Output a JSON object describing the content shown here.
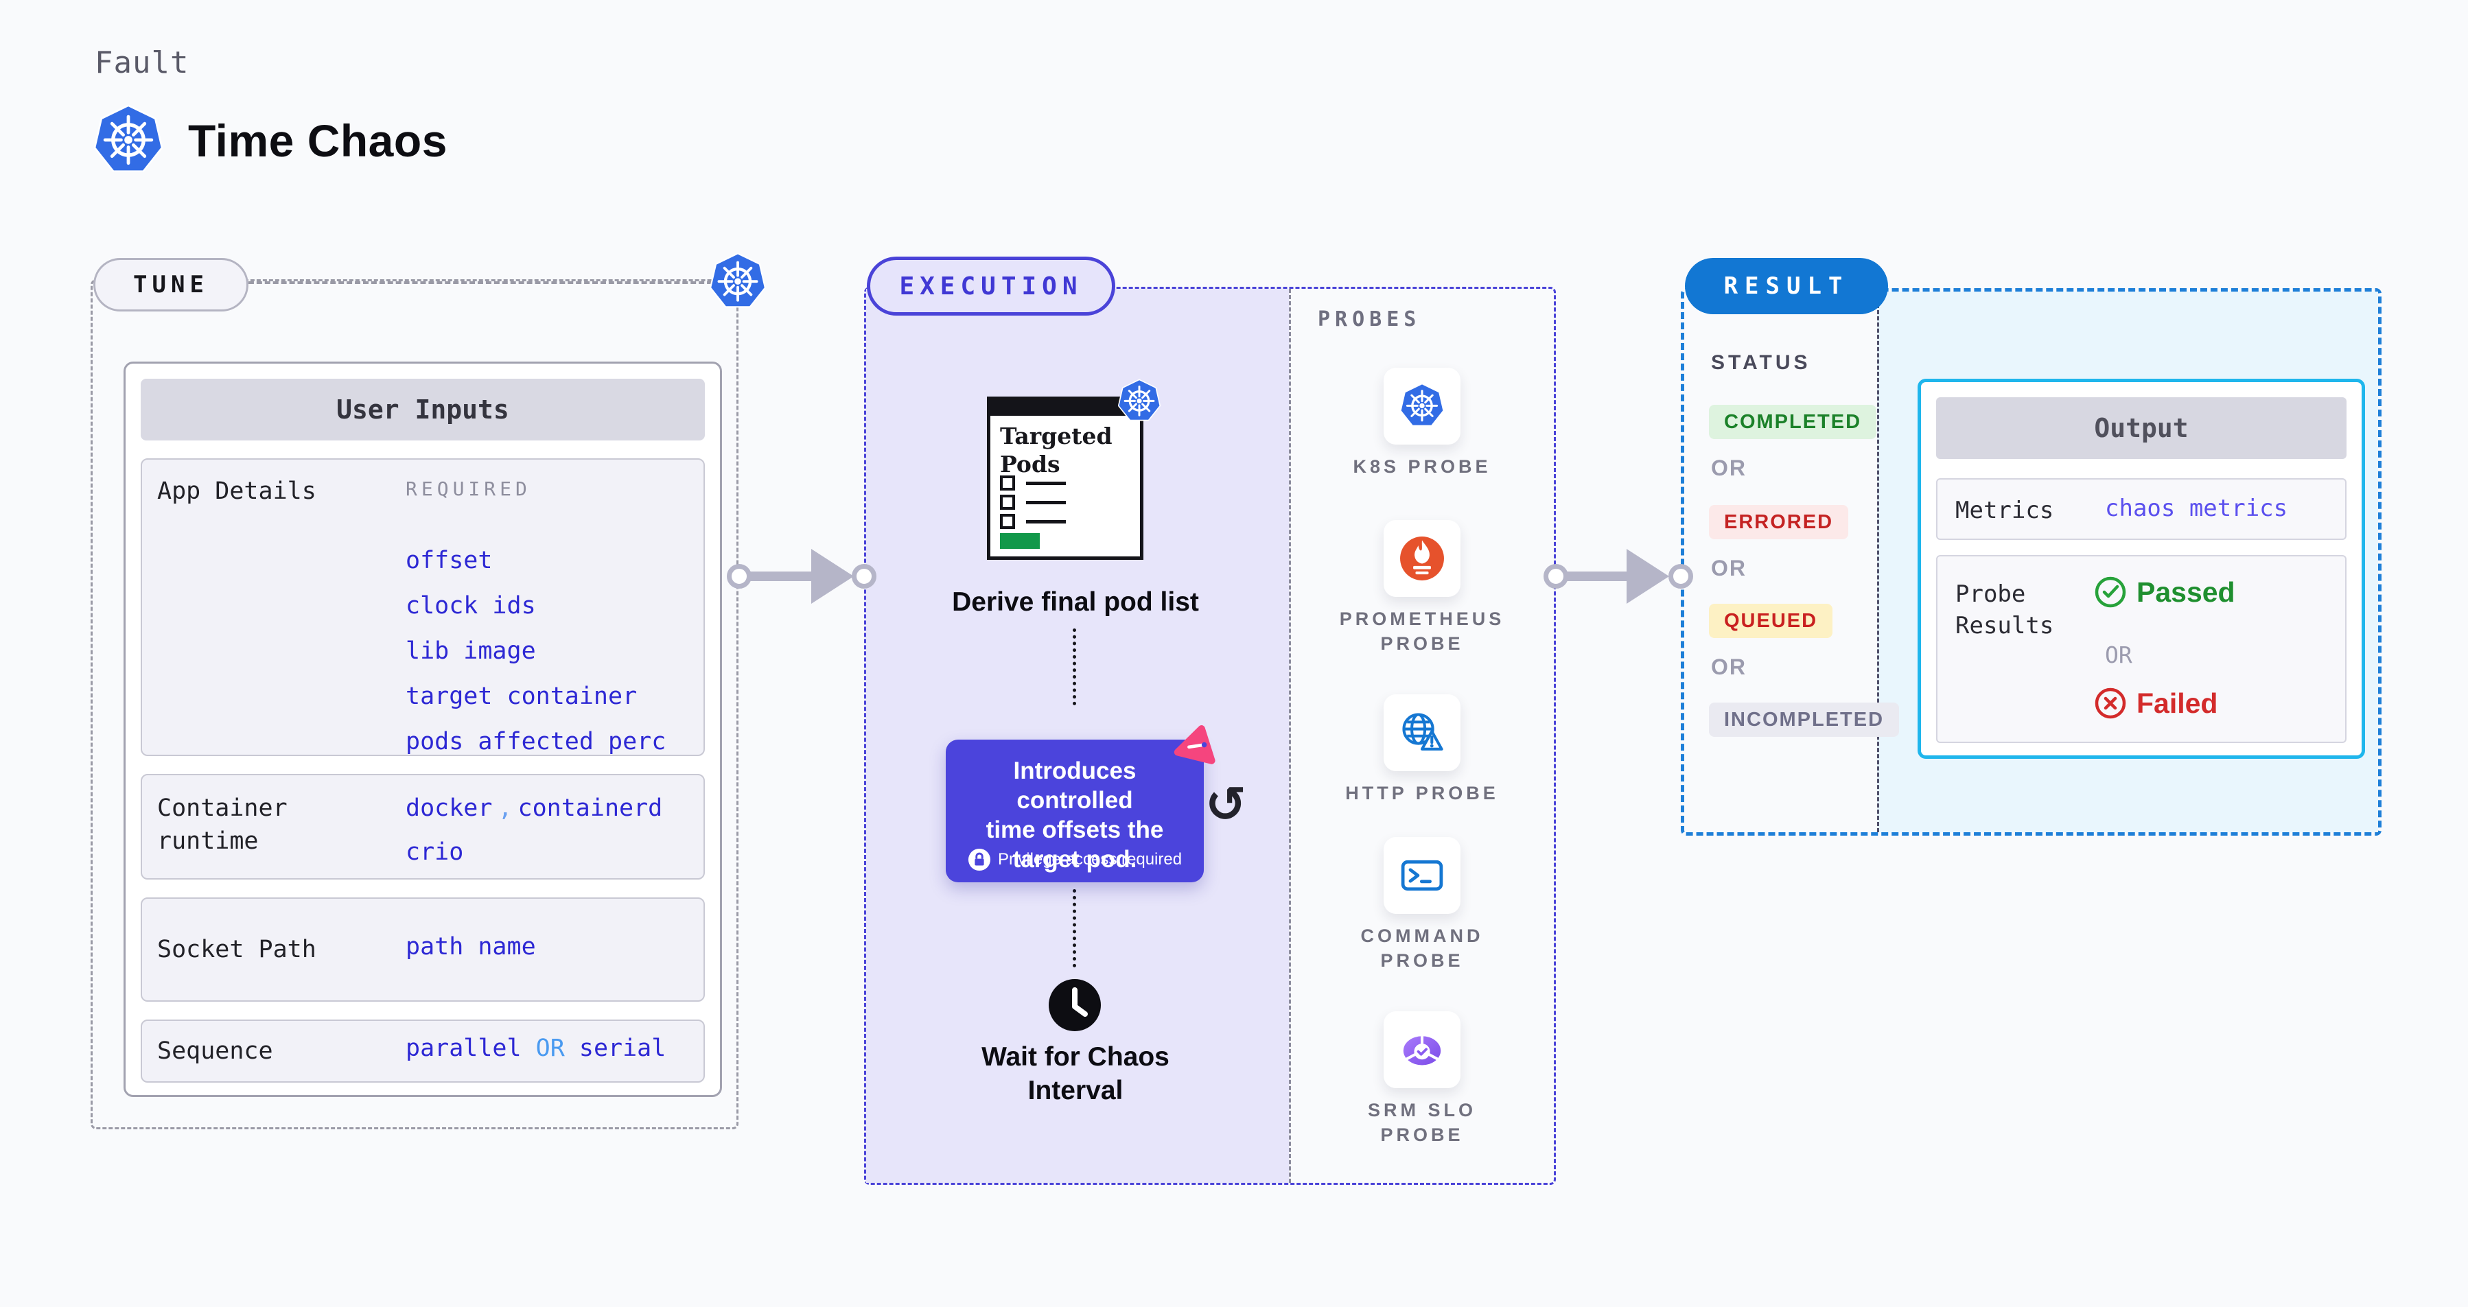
{
  "header": {
    "eyebrow": "Fault",
    "title": "Time Chaos",
    "logo_icon": "kubernetes-icon"
  },
  "tune": {
    "pill": "TUNE",
    "panel": {
      "title": "User Inputs",
      "app_details": {
        "label": "App Details",
        "badge": "REQUIRED",
        "values": [
          "offset",
          "clock ids",
          "lib image",
          "target container",
          "pods affected perc"
        ]
      },
      "container_runtime": {
        "label": "Container runtime",
        "value1": "docker",
        "separator": ",",
        "value2": "containerd",
        "value3": "crio"
      },
      "socket_path": {
        "label": "Socket Path",
        "value": "path name"
      },
      "sequence": {
        "label": "Sequence",
        "value1": "parallel",
        "connector": "OR",
        "value2": "serial"
      }
    }
  },
  "execution": {
    "pill": "EXECUTION",
    "targeted_pods": {
      "title": "Targeted Pods"
    },
    "derive_label": "Derive final pod list",
    "tooltip": {
      "text": "Introduces controlled\ntime offsets the\ntarget pod.",
      "note": "Privilege access required"
    },
    "loop_glyph": "↺",
    "wait_label": "Wait for Chaos Interval",
    "probes": {
      "title": "PROBES",
      "items": [
        {
          "label_line1": "K8S PROBE",
          "icon": "kubernetes-icon"
        },
        {
          "label_line1": "PROMETHEUS",
          "label_line2": "PROBE",
          "icon": "prometheus-icon"
        },
        {
          "label_line1": "HTTP PROBE",
          "icon": "globe-warning-icon"
        },
        {
          "label_line1": "COMMAND",
          "label_line2": "PROBE",
          "icon": "terminal-icon"
        },
        {
          "label_line1": "SRM SLO",
          "label_line2": "PROBE",
          "icon": "gauge-check-icon"
        }
      ]
    }
  },
  "result": {
    "pill": "RESULT",
    "status": {
      "title": "STATUS",
      "connector": "OR",
      "completed": "COMPLETED",
      "errored": "ERRORED",
      "queued": "QUEUED",
      "incompleted": "INCOMPLETED"
    },
    "output": {
      "title": "Output",
      "metrics": {
        "label": "Metrics",
        "value": "chaos metrics"
      },
      "probe_results": {
        "label": "Probe Results",
        "passed": "Passed",
        "connector": "OR",
        "failed": "Failed"
      }
    }
  },
  "icons": {
    "brand": "kubernetes-icon",
    "tune_corner": "kubernetes-icon",
    "targeted_pods_badge": "kubernetes-icon",
    "tooltip_lock": "lock-icon",
    "tooltip_corner": "chaos-arrow-badge-icon",
    "loop": "redo-arrow-icon",
    "wait": "clock-icon",
    "passed": "check-circle-icon",
    "failed": "x-circle-icon"
  },
  "colors": {
    "page_bg": "#F9FAFC",
    "accent_indigo": "#4A43D8",
    "execution_bg": "#E7E5FA",
    "tooltip_bg": "#4B44DC",
    "pink_badge": "#F5457E",
    "result_blue": "#1277D3",
    "result_border": "#1E7FD8",
    "output_cyan": "#1FB6EC",
    "output_area_bg": "#E9F6FD",
    "value_blue": "#2D28D4",
    "value_light_blue": "#4A9AF0",
    "k8s_blue": "#326CE5",
    "prometheus_orange": "#E6522C",
    "probe_blue": "#1577D2",
    "srm_purple": "#8A5CF0",
    "completed_green": "#1B8129",
    "errored_red": "#C42222",
    "queued_yellow_bg": "#FDF1C4",
    "incompleted_gray": "#70708A",
    "passed_green": "#1F8F2F",
    "failed_red": "#D32B2B",
    "connector_gray": "#B5B5C8"
  }
}
